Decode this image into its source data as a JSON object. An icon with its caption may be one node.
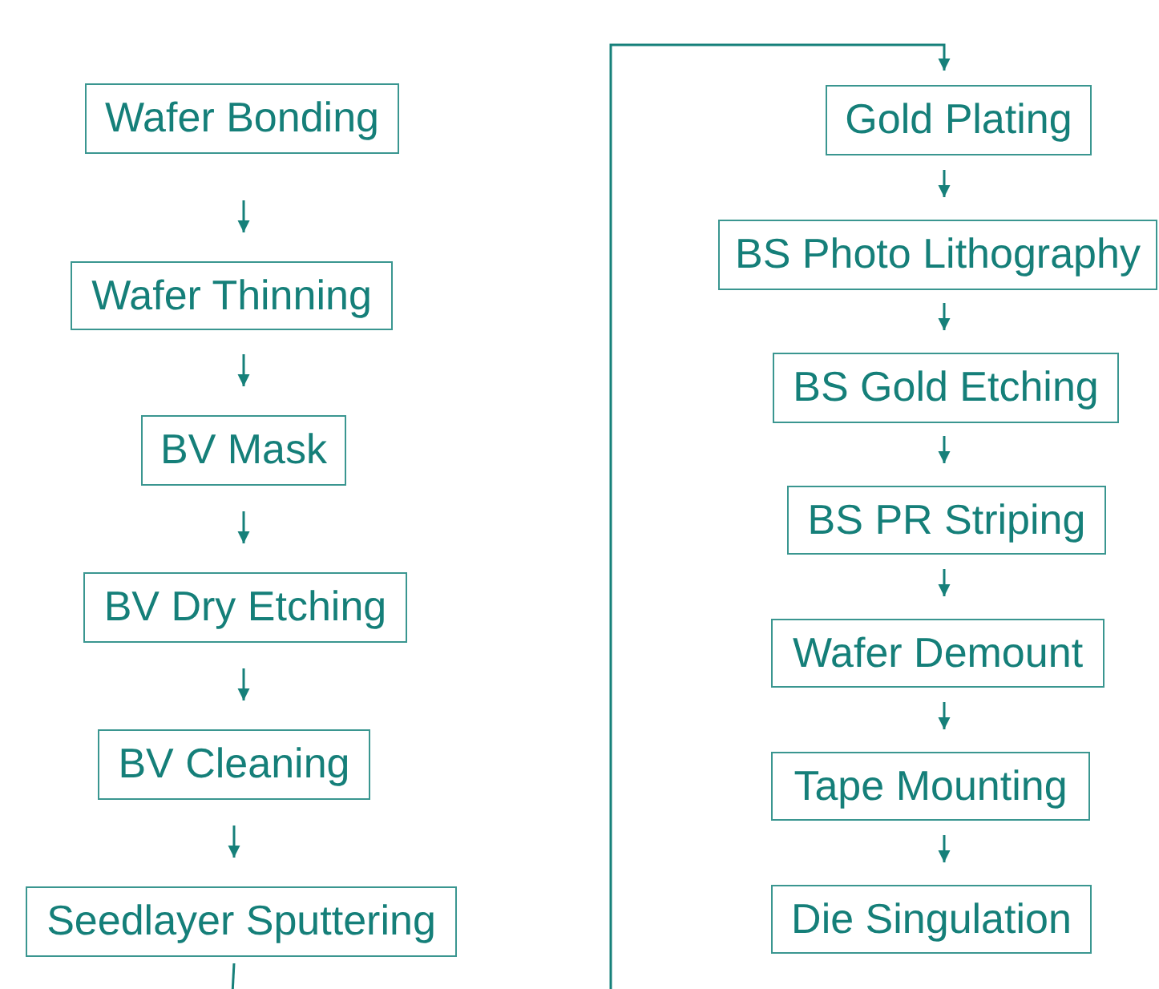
{
  "diagram": {
    "nodes": [
      {
        "text": [
          "Wafer Bonding"
        ]
      },
      {
        "text": [
          "Wafer Thinning"
        ]
      },
      {
        "text": [
          "BV Mask"
        ]
      },
      {
        "text": [
          "BV Dry Etching"
        ]
      },
      {
        "text": [
          "BV Cleaning"
        ]
      },
      {
        "text": [
          "Seedlayer Sputtering"
        ]
      },
      {
        "text": [
          "Gold Plating"
        ]
      },
      {
        "text": [
          "BS Photo Lithography"
        ]
      },
      {
        "text": [
          "BS Gold Etching"
        ]
      },
      {
        "text": [
          "BS PR Striping"
        ]
      },
      {
        "text": [
          "Wafer Demount"
        ]
      },
      {
        "text": [
          "Tape Mounting"
        ]
      },
      {
        "text": [
          "Die Singulation"
        ]
      }
    ],
    "edges": [
      {
        "from": 0,
        "to": 1,
        "arrow": "to"
      },
      {
        "from": 1,
        "to": 2,
        "arrow": "to"
      },
      {
        "from": 2,
        "to": 3,
        "arrow": "to"
      },
      {
        "from": 3,
        "to": 4,
        "arrow": "to"
      },
      {
        "from": 4,
        "to": 5,
        "arrow": "to"
      },
      {
        "from": 5,
        "to": null,
        "arrow": "none"
      },
      {
        "from": null,
        "to": 6,
        "arrow": "to"
      },
      {
        "from": 6,
        "to": 7,
        "arrow": "to"
      },
      {
        "from": 7,
        "to": 8,
        "arrow": "to"
      },
      {
        "from": 8,
        "to": 9,
        "arrow": "to"
      },
      {
        "from": 9,
        "to": 10,
        "arrow": "to"
      },
      {
        "from": 10,
        "to": 11,
        "arrow": "to"
      },
      {
        "from": 11,
        "to": 12,
        "arrow": "to"
      }
    ]
  }
}
